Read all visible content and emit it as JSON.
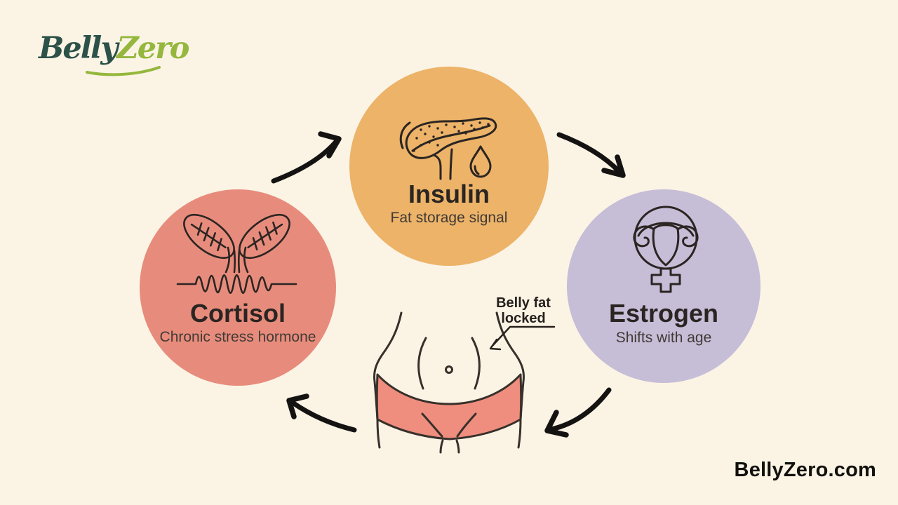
{
  "page": {
    "background": "#fbf4e5"
  },
  "logo": {
    "belly": "Belly",
    "zero": "Zero",
    "belly_color": "#2c5148",
    "zero_color": "#95b73d"
  },
  "nodes": [
    {
      "id": "insulin",
      "title": "Insulin",
      "subtitle": "Fat storage signal",
      "color": "#ecb369",
      "icon": "pancreas-icon"
    },
    {
      "id": "cortisol",
      "title": "Cortisol",
      "subtitle": "Chronic stress hormone",
      "color": "#e78c7c",
      "icon": "adrenal-glands-icon"
    },
    {
      "id": "estrogen",
      "title": "Estrogen",
      "subtitle": "Shifts with age",
      "color": "#c6bdd7",
      "icon": "uterus-icon"
    }
  ],
  "callout": {
    "line1": "Belly fat",
    "line2": "locked"
  },
  "figure": {
    "name": "lower-torso-illustration",
    "underwear_color": "#ef8e7e"
  },
  "footer": {
    "website": "BellyZero.com"
  }
}
